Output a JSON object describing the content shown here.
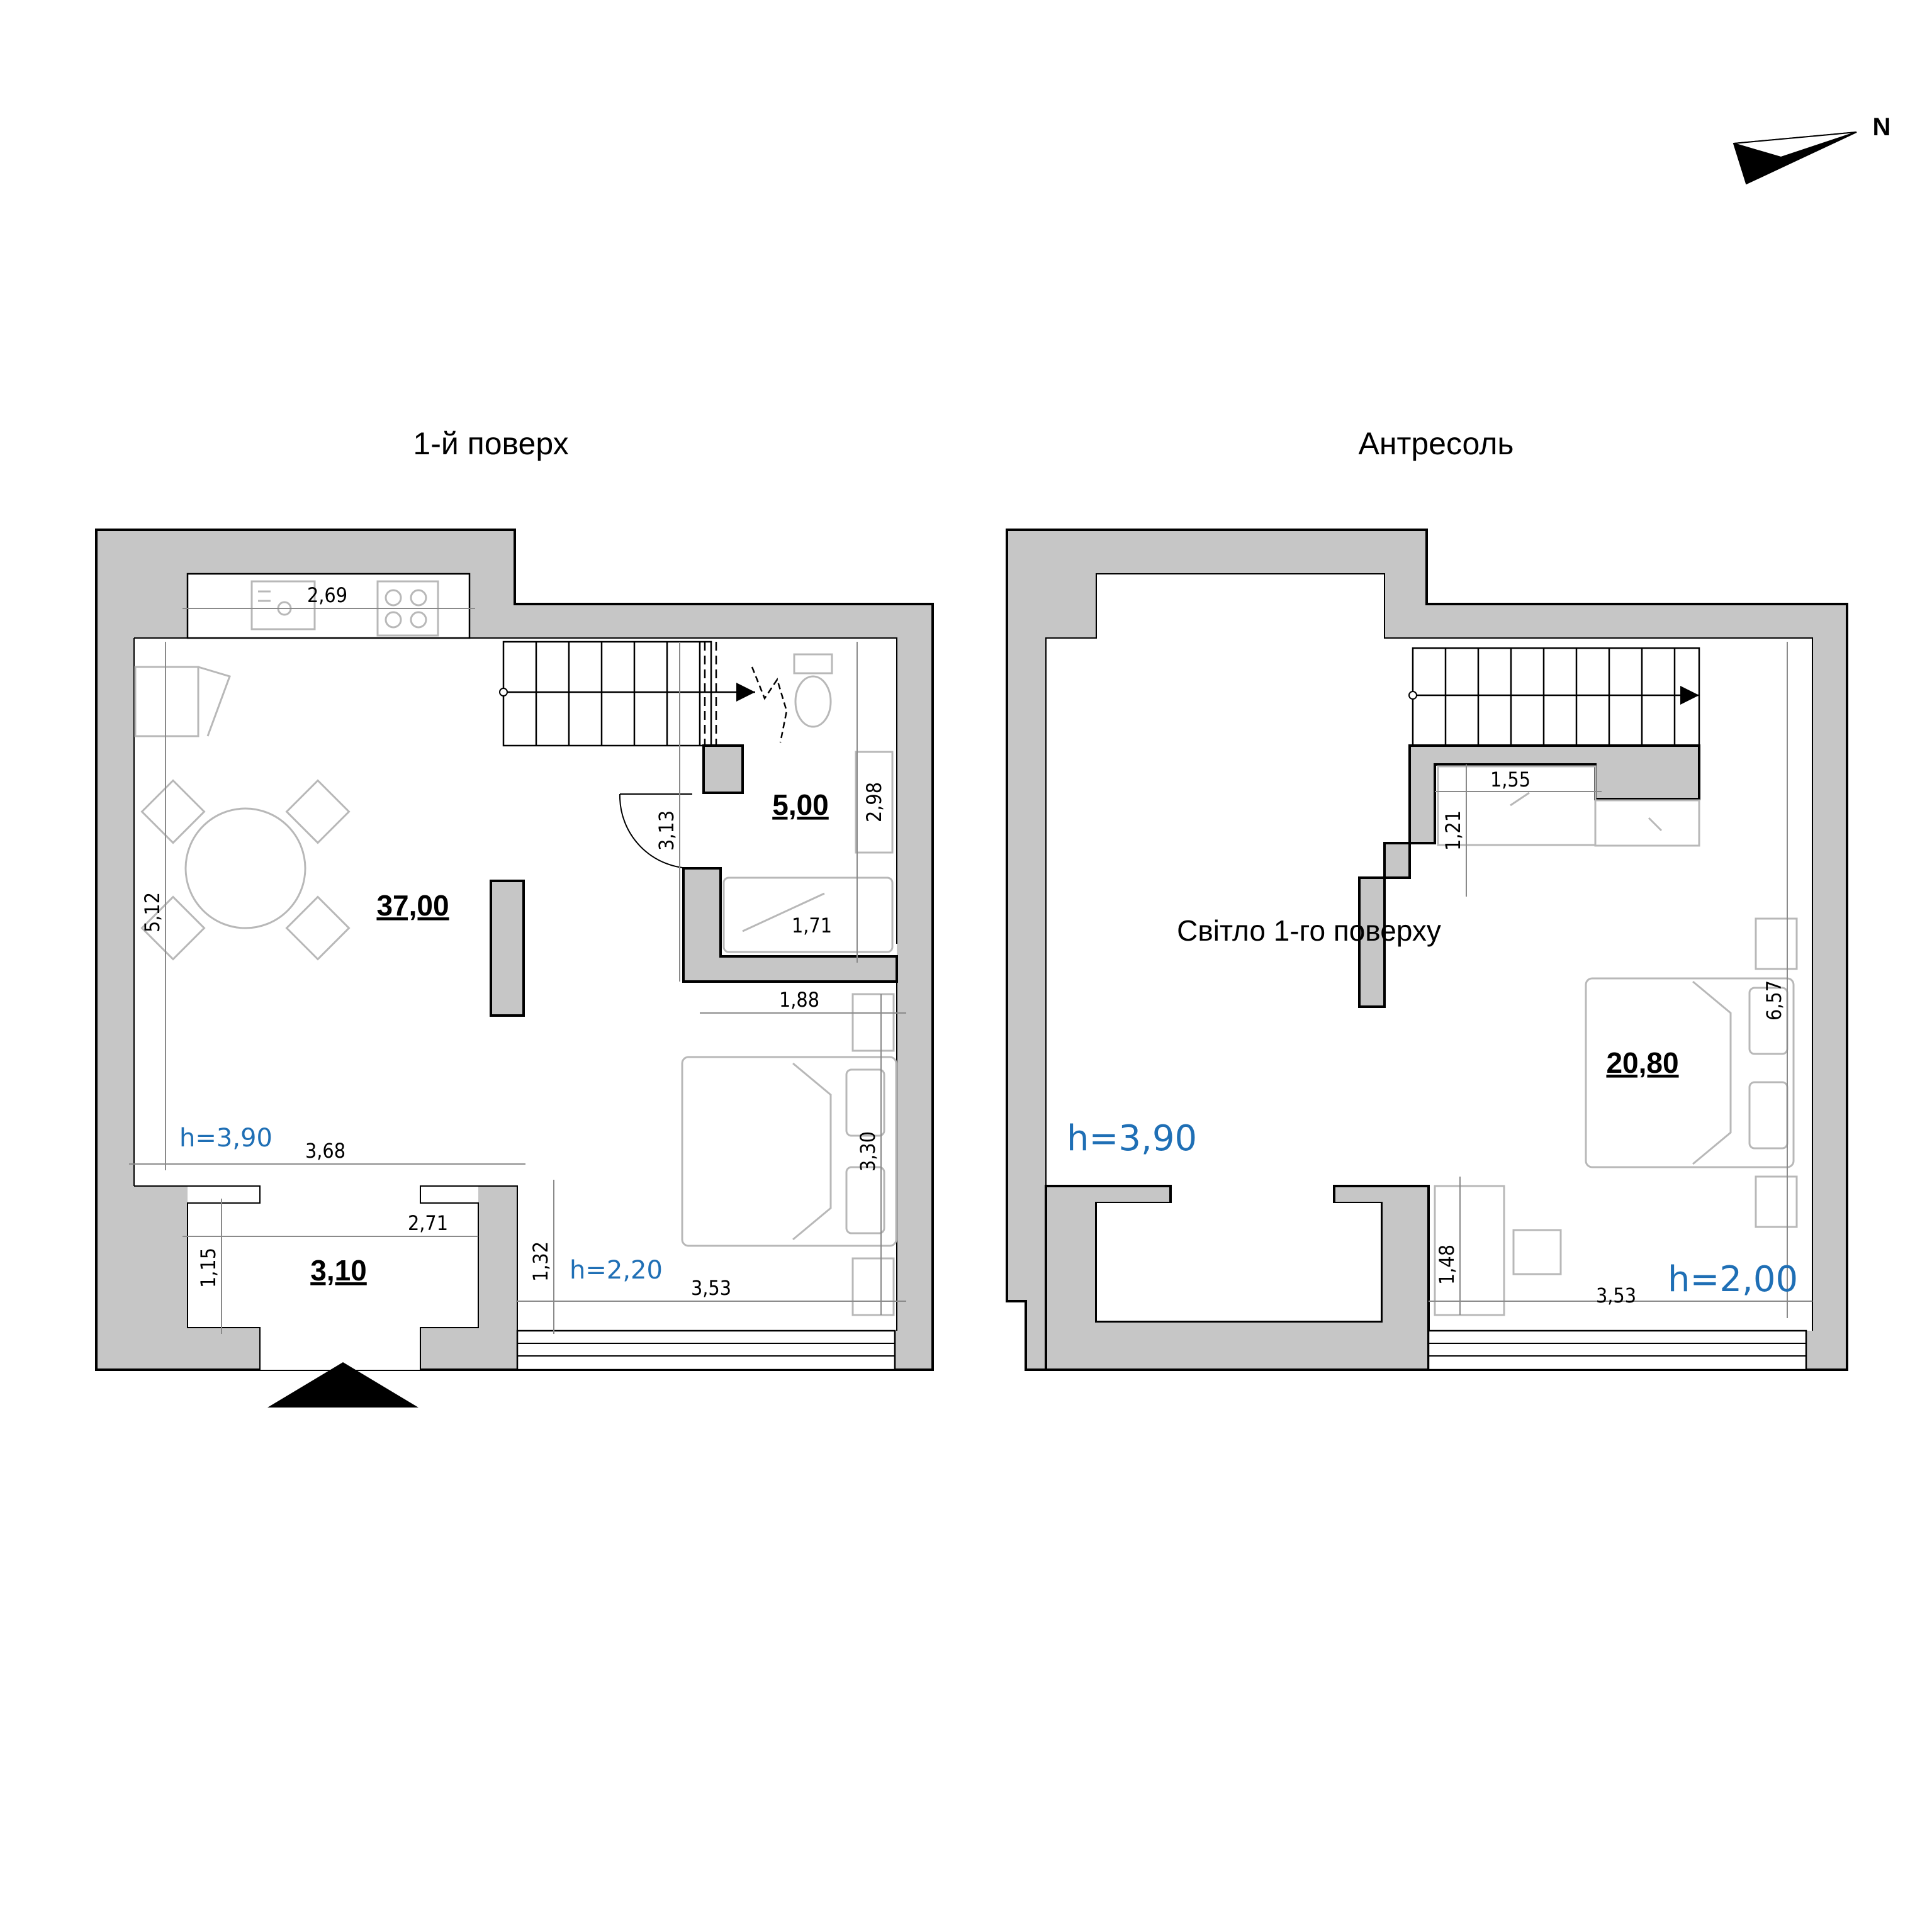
{
  "titles": {
    "floor1": "1-й поверх",
    "mezzanine": "Антресоль"
  },
  "compass": {
    "label": "N"
  },
  "floor1": {
    "areas": {
      "main": "37,00",
      "bathroom": "5,00",
      "vestibule": "3,10"
    },
    "heights": {
      "main": "h=3,90",
      "bedroom": "h=2,20"
    },
    "dims": {
      "kitchen_width": "2,69",
      "left_height": "5,12",
      "bottom_width": "3,68",
      "bath_height": "3,13",
      "bath_right": "2,98",
      "tub": "1,71",
      "bed_top": "1,88",
      "bed_side": "3,30",
      "vestibule_width": "2,71",
      "vestibule_height": "1,15",
      "bedroom_left": "1,32",
      "bedroom_bottom": "3,53"
    }
  },
  "mezzanine": {
    "areas": {
      "room": "20,80"
    },
    "heights": {
      "void": "h=3,90",
      "room": "h=2,00"
    },
    "void_label": "Світло 1-го поверху",
    "dims": {
      "closet_width": "1,55",
      "closet_depth": "1,21",
      "right_height": "6,57",
      "desk_height": "1,48",
      "bottom_width": "3,53"
    }
  }
}
